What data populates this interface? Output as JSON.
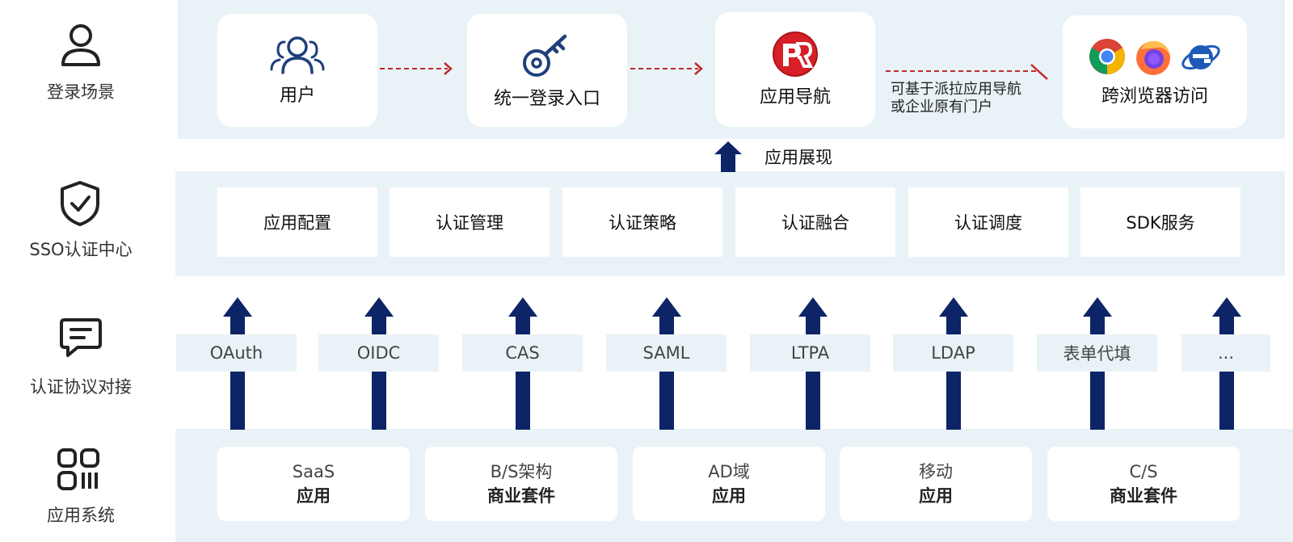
{
  "rows": {
    "login": "登录场景",
    "sso": "SSO认证中心",
    "protocol": "认证协议对接",
    "apps": "应用系统"
  },
  "login_flow": {
    "user": "用户",
    "entry": "统一登录入口",
    "nav": "应用导航",
    "note_line1": "可基于派拉应用导航",
    "note_line2": "或企业原有门户",
    "browser": "跨浏览器访问"
  },
  "app_display": "应用展现",
  "sso_modules": [
    "应用配置",
    "认证管理",
    "认证策略",
    "认证融合",
    "认证调度",
    "SDK服务"
  ],
  "protocols": [
    "OAuth",
    "OIDC",
    "CAS",
    "SAML",
    "LTPA",
    "LDAP",
    "表单代填",
    "..."
  ],
  "systems": [
    {
      "top": "SaaS",
      "bottom": "应用"
    },
    {
      "top": "B/S架构",
      "bottom": "商业套件"
    },
    {
      "top": "AD域",
      "bottom": "应用"
    },
    {
      "top": "移动",
      "bottom": "应用"
    },
    {
      "top": "C/S",
      "bottom": "商业套件"
    }
  ],
  "colors": {
    "band": "#e9f3f7",
    "arrow_navy": "#0d2566",
    "dashed_red": "#c0282c",
    "icon_navy": "#1f3f7a"
  }
}
